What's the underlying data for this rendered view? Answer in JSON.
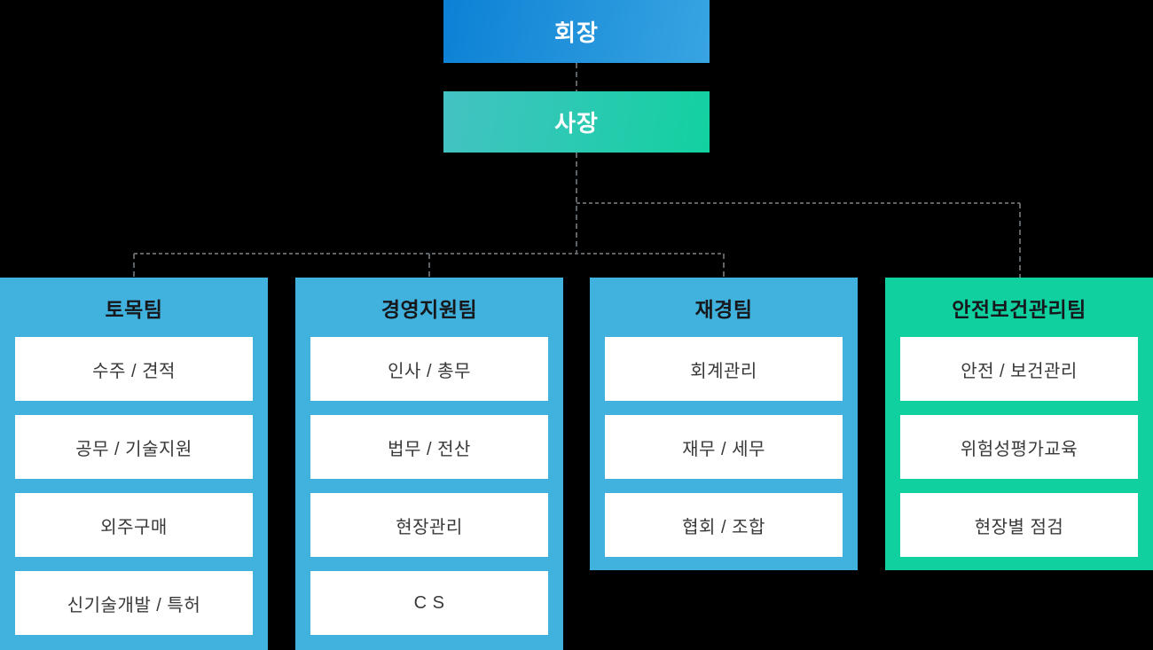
{
  "org_chart": {
    "nodes": {
      "chairman": {
        "label": "회장"
      },
      "president": {
        "label": "사장"
      }
    },
    "teams": [
      {
        "name": "토목팀",
        "theme": "blue",
        "items": [
          "수주 / 견적",
          "공무 / 기술지원",
          "외주구매",
          "신기술개발 / 특허"
        ]
      },
      {
        "name": "경영지원팀",
        "theme": "blue",
        "items": [
          "인사 / 총무",
          "법무 / 전산",
          "현장관리",
          "C S"
        ]
      },
      {
        "name": "재경팀",
        "theme": "blue",
        "items": [
          "회계관리",
          "재무 / 세무",
          "협회 / 조합"
        ]
      },
      {
        "name": "안전보건관리팀",
        "theme": "green",
        "items": [
          "안전 / 보건관리",
          "위험성평가교육",
          "현장별 점검"
        ]
      }
    ],
    "colors": {
      "background": "#000000",
      "chairman_gradient_start": "#0c81d5",
      "chairman_gradient_end": "#38a4e1",
      "president_gradient_start": "#44c2c4",
      "president_gradient_end": "#12d1a0",
      "team_blue": "#41b2de",
      "team_green": "#10d0a0",
      "connector_line": "#5d6367",
      "header_text": "#16181c",
      "item_text": "#393939",
      "node_text": "#ffffff"
    }
  }
}
